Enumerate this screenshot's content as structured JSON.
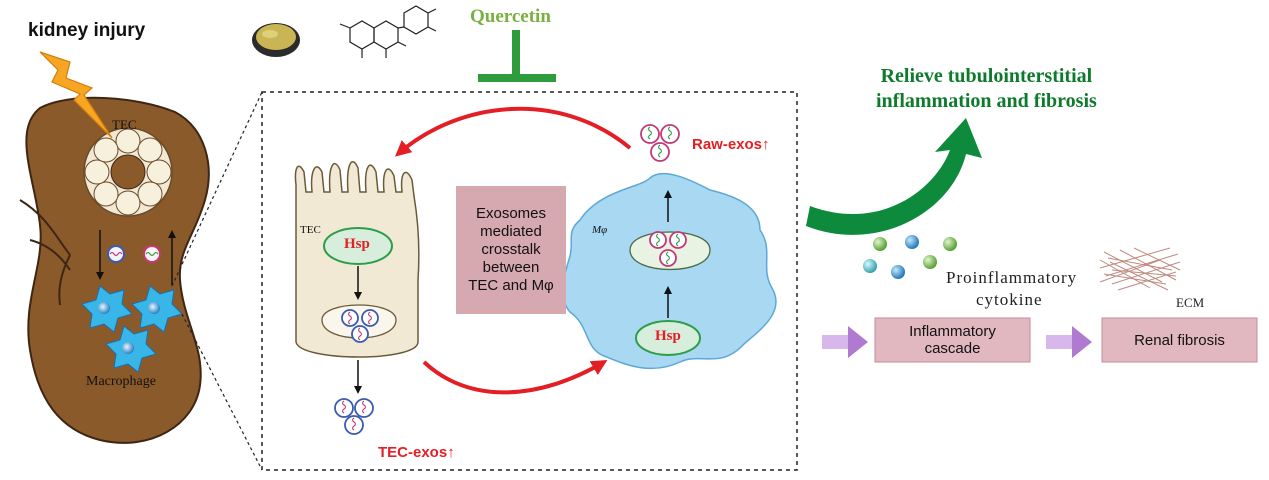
{
  "labels": {
    "kidney_injury": "kidney injury",
    "tec_kidney": "TEC",
    "macrophage": "Macrophage",
    "quercetin": "Quercetin",
    "tec_cell": "TEC",
    "hsp_tec": "Hsp",
    "hsp_macrophage": "Hsp",
    "mphi_cell": "Mφ",
    "tec_exos": "TEC-exos",
    "raw_exos": "Raw-exos",
    "up_arrow": "↑",
    "crosstalk": [
      "Exosomes",
      "mediated",
      "crosstalk",
      "between",
      "TEC and Mφ"
    ],
    "relieve": [
      "Relieve tubulointerstitial",
      "inflammation and fibrosis"
    ],
    "proinflammatory": "Proinflammatory",
    "cytokine": "cytokine",
    "ecm": "ECM",
    "inflammatory_cascade": [
      "Inflammatory",
      "cascade"
    ],
    "renal_fibrosis": "Renal fibrosis"
  },
  "colors": {
    "kidney": "#8b5a2b",
    "kidney_outline": "#3d2614",
    "quercetin_green": "#7ab040",
    "inhibit_green": "#2e9b3c",
    "relieve_green": "#0e7a2c",
    "red": "#e31e24",
    "tec_fill": "#f1e9d4",
    "macrophage_blue": "#a8d8f2",
    "hsp_green": "#2e9d4a",
    "hsp_fill": "#d6eedb",
    "box_pink": "#d6a8b0",
    "purple_arrow": "#b07ad0",
    "vesicle_blue": "#3a5bb0",
    "vesicle_pink": "#c03a78"
  }
}
